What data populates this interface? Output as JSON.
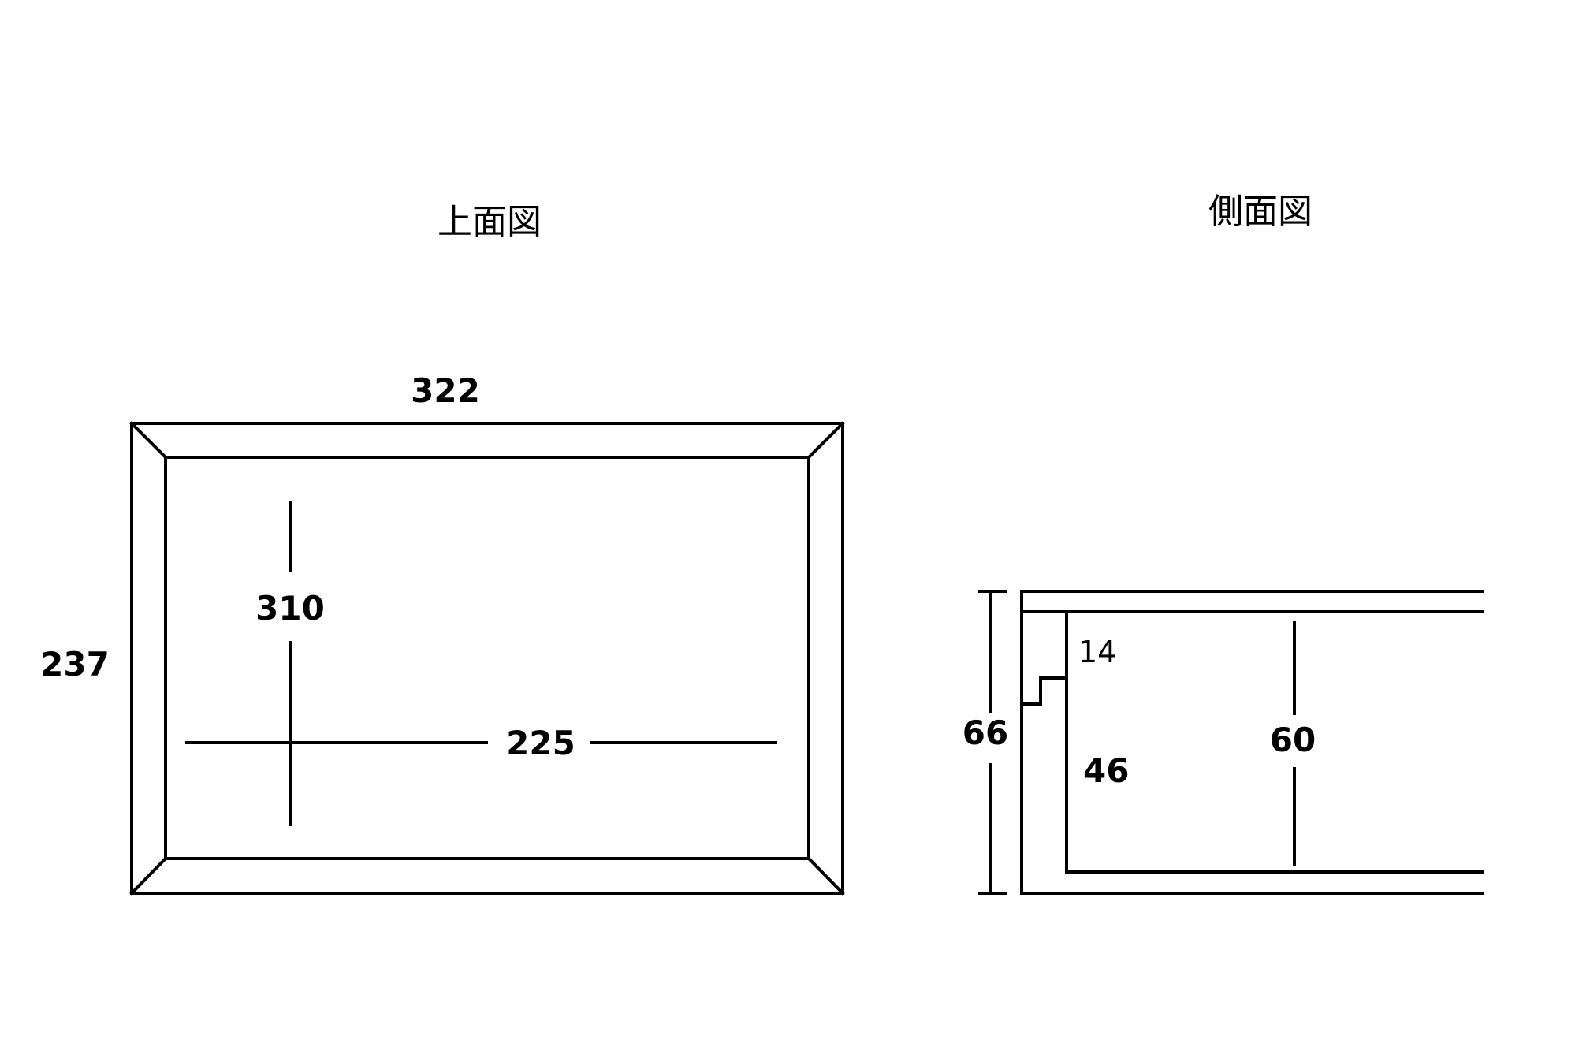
{
  "top_view": {
    "title": "上面図",
    "outer_width": "322",
    "outer_depth": "237",
    "inner_depth_line": "310",
    "inner_width_line": "225"
  },
  "side_view": {
    "title": "側面図",
    "total_height": "66",
    "step_height": "14",
    "lower_height": "46",
    "inner_height": "60"
  },
  "colors": {
    "line": "#000000",
    "background": "#ffffff"
  }
}
